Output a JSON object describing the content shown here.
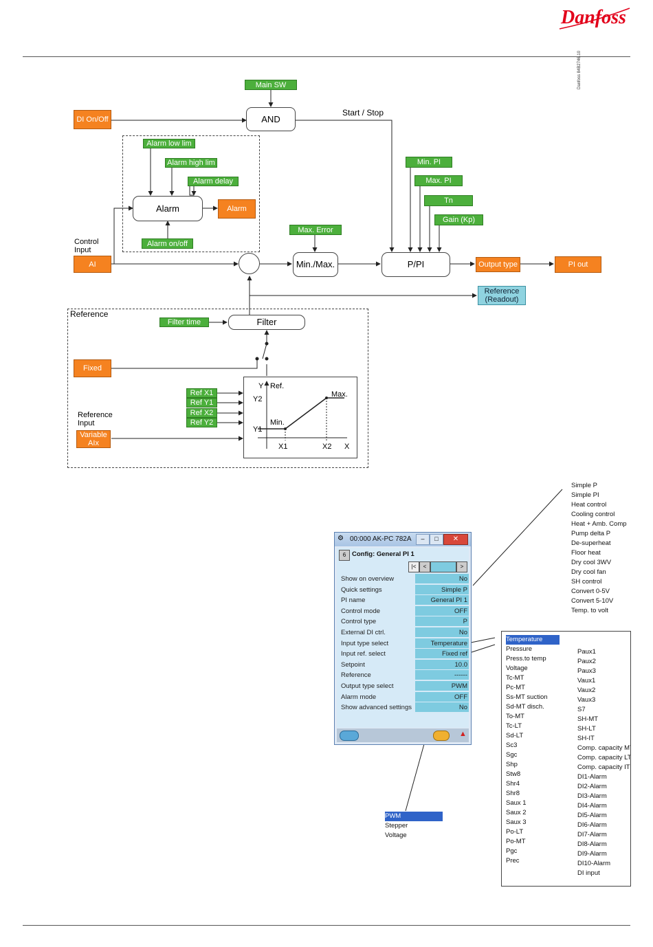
{
  "brand": "Danfoss",
  "side_code": "Danfoss 84B2746.10",
  "diagram": {
    "main_sw": "Main SW",
    "di_onoff": "DI On/Off",
    "and": "AND",
    "start_stop": "Start / Stop",
    "alarm_low_lim": "Alarm low lim",
    "alarm_high_lim": "Alarm high lim",
    "alarm_delay": "Alarm delay",
    "alarm_block": "Alarm",
    "alarm_out": "Alarm",
    "alarm_onoff": "Alarm on/off",
    "min_pi": "Min. PI",
    "max_pi": "Max. PI",
    "tn": "Tn",
    "gain": "Gain (Kp)",
    "max_error": "Max. Error",
    "control_input": "Control Input",
    "ai": "AI",
    "minmax": "Min./Max.",
    "ppi": "P/PI",
    "output_type": "Output type",
    "pi_out": "PI out",
    "reference_readout": "Reference (Readout)",
    "reference": "Reference",
    "filter_time": "Filter time",
    "filter": "Filter",
    "fixed": "Fixed",
    "ref_x1": "Ref X1",
    "ref_y1": "Ref Y1",
    "ref_x2": "Ref X2",
    "ref_y2": "Ref Y2",
    "reference_input": "Reference Input",
    "variable_aix": "Variable AIx",
    "graph_y": "Y",
    "graph_ref": "Ref.",
    "graph_max": "Max.",
    "graph_min": "Min.",
    "graph_y2": "Y2",
    "graph_y1": "Y1",
    "graph_x1": "X1",
    "graph_x2": "X2",
    "graph_x": "X"
  },
  "window": {
    "title": "00:000 AK-PC 782A",
    "heading": "Config: General PI 1",
    "rows": [
      {
        "name": "Show on overview",
        "value": "No"
      },
      {
        "name": "Quick settings",
        "value": "Simple P"
      },
      {
        "name": "PI name",
        "value": "General PI 1"
      },
      {
        "name": "Control mode",
        "value": "OFF"
      },
      {
        "name": "Control type",
        "value": "P"
      },
      {
        "name": "External DI ctrl.",
        "value": "No"
      },
      {
        "name": "Input type select",
        "value": "Temperature"
      },
      {
        "name": "Input ref. select",
        "value": "Fixed ref"
      },
      {
        "name": "Setpoint",
        "value": "10.0"
      },
      {
        "name": "Reference",
        "value": "------"
      },
      {
        "name": "Output type select",
        "value": "PWM"
      },
      {
        "name": "Alarm mode",
        "value": "OFF"
      },
      {
        "name": "Show advanced settings",
        "value": "No"
      }
    ]
  },
  "quick_settings_list": [
    "Simple P",
    "Simple PI",
    "Heat control",
    "Cooling control",
    "Heat + Amb. Comp",
    "Pump delta P",
    "De-superheat",
    "Floor heat",
    "Dry cool 3WV",
    "Dry cool fan",
    "SH control",
    "Convert 0-5V",
    "Convert 5-10V",
    "Temp. to volt"
  ],
  "input_list_col1": [
    "Temperature",
    "Pressure",
    "Press.to temp",
    "Voltage",
    "Tc-MT",
    "Pc-MT",
    "Ss-MT suction",
    "Sd-MT disch.",
    "To-MT",
    "Tc-LT",
    "Sd-LT",
    "Sc3",
    "Sgc",
    "Shp",
    "Stw8",
    "Shr4",
    "Shr8",
    "Saux 1",
    "Saux 2",
    "Saux 3",
    "Po-LT",
    "Po-MT",
    "Pgc",
    "Prec"
  ],
  "input_list_col2": [
    "Paux1",
    "Paux2",
    "Paux3",
    "Vaux1",
    "Vaux2",
    "Vaux3",
    "S7",
    "SH-MT",
    "SH-LT",
    "SH-IT",
    "Comp. capacity MT",
    "Comp. capacity LT",
    "Comp. capacity IT",
    "DI1-Alarm",
    "DI2-Alarm",
    "DI3-Alarm",
    "DI4-Alarm",
    "DI5-Alarm",
    "DI6-Alarm",
    "DI7-Alarm",
    "DI8-Alarm",
    "DI9-Alarm",
    "DI10-Alarm",
    "DI input"
  ],
  "output_list": [
    "PWM",
    "Stepper",
    "Voltage"
  ]
}
